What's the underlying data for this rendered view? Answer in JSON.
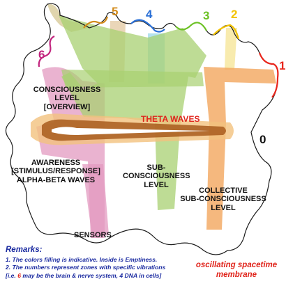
{
  "diagram": {
    "labels": {
      "consciousness": [
        "CONSCIOUSNESS",
        "LEVEL",
        "[OVERVIEW]"
      ],
      "theta": "THETA WAVES",
      "zero": "0",
      "awareness": [
        "AWARENESS",
        "[STIMULUS/RESPONSE]",
        "ALPHA-BETA WAVES"
      ],
      "sub": [
        "SUB-",
        "CONSCIOUSNESS",
        "LEVEL"
      ],
      "collective": [
        "COLLECTIVE",
        "SUB-CONSCIOUSNESS",
        "LEVEL"
      ],
      "sensors": "SENSORS"
    },
    "zones": [
      {
        "number": "1",
        "color": "#e8261c"
      },
      {
        "number": "2",
        "color": "#f2c200"
      },
      {
        "number": "3",
        "color": "#6cc124"
      },
      {
        "number": "4",
        "color": "#2a6fd6"
      },
      {
        "number": "5",
        "color": "#d38b1b"
      },
      {
        "number": "6",
        "color": "#c2257e"
      }
    ],
    "bands": {
      "theta_core_color": "#a85c1d",
      "green": "#a8d071",
      "orange": "#f2a65e",
      "pink": "#e39ac0",
      "tan": "#e6cfab",
      "cyan": "#a7dcea",
      "olive": "#c7b26a"
    }
  },
  "remarks": {
    "title": "Remarks:",
    "line1": "1. The colors filling is indicative. Inside is Emptiness.",
    "line2": "2. The numbers represent zones with specific vibrations",
    "line3_pre": "[i.e. ",
    "line3_six": "6",
    "line3_post": " may be the brain & nerve system, 4 DNA in cells]"
  },
  "membrane": [
    "oscillating spacetime",
    "membrane"
  ]
}
